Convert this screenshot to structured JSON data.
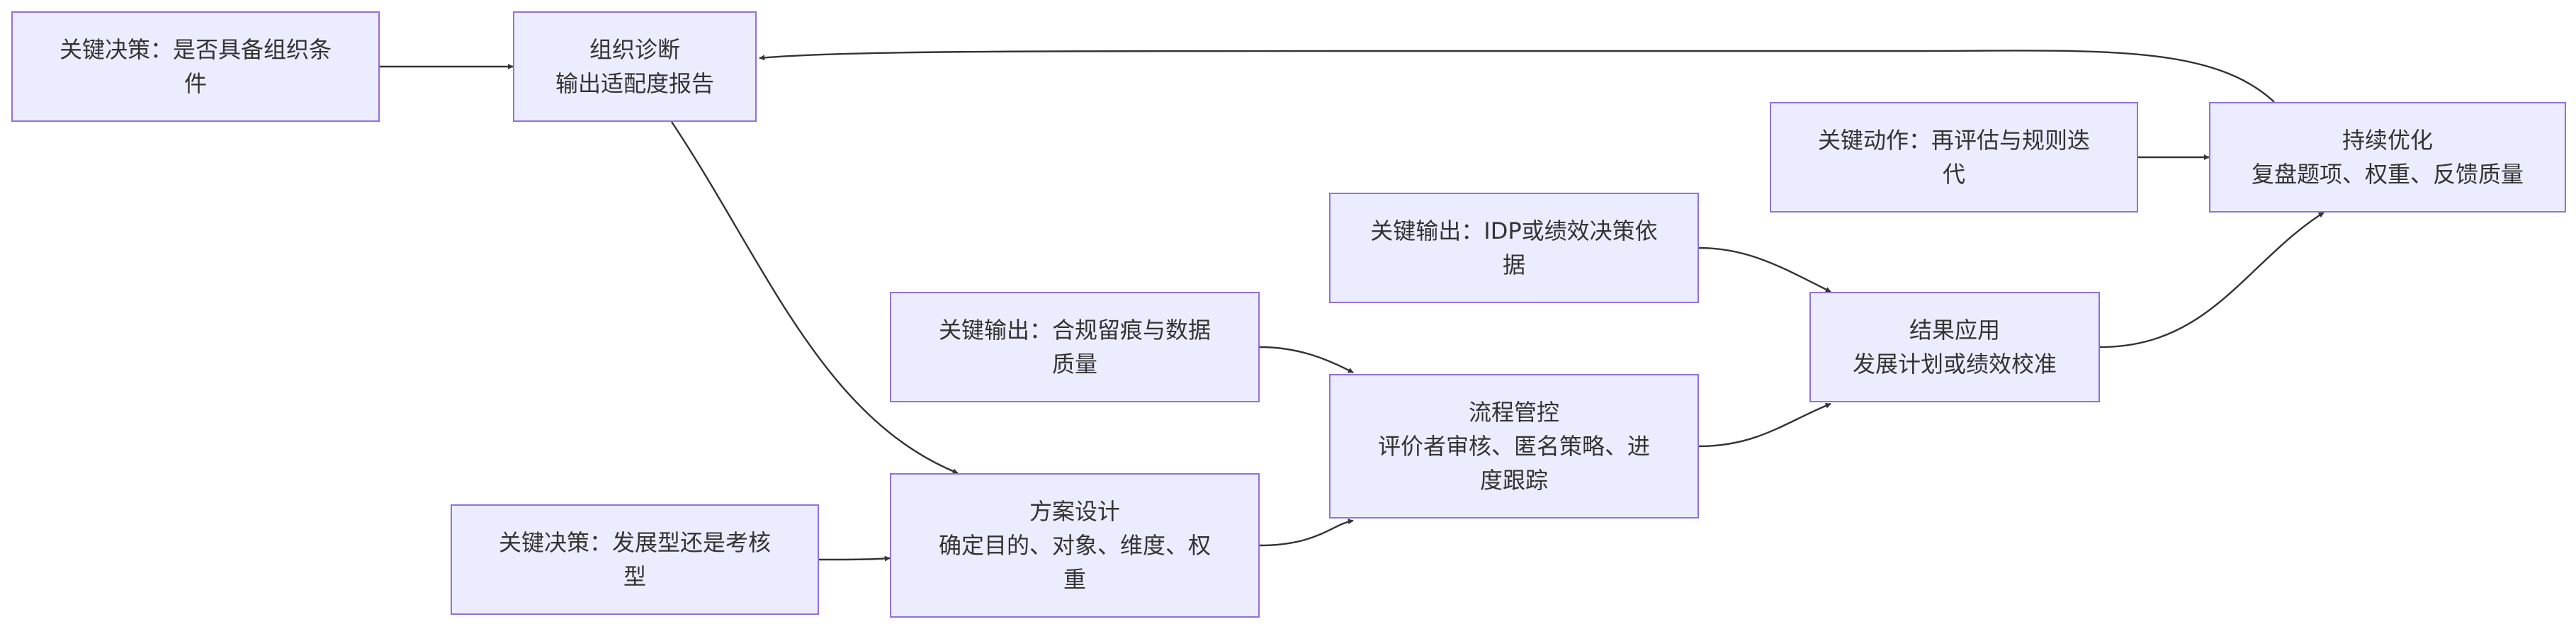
{
  "nodes": {
    "decision_org": {
      "text": "关键决策：是否具备组织条件",
      "lines": [
        "关键决策：是否具备组织条",
        "件"
      ]
    },
    "org_diagnosis": {
      "title": "组织诊断",
      "desc": "输出适配度报告"
    },
    "decision_type": {
      "text": "关键决策：发展型还是考核型",
      "lines": [
        "关键决策：发展型还是考核",
        "型"
      ]
    },
    "plan_design": {
      "title": "方案设计",
      "desc": "确定目的、对象、维度、权重",
      "desc_lines": [
        "确定目的、对象、维度、权",
        "重"
      ]
    },
    "output_compliance": {
      "text": "关键输出：合规留痕与数据质量",
      "lines": [
        "关键输出：合规留痕与数据",
        "质量"
      ]
    },
    "process_control": {
      "title": "流程管控",
      "desc": "评价者审核、匿名策略、进度跟踪",
      "desc_lines": [
        "评价者审核、匿名策略、进",
        "度跟踪"
      ]
    },
    "output_idp": {
      "text": "关键输出：IDP或绩效决策依据",
      "lines": [
        "关键输出：IDP或绩效决策依",
        "据"
      ]
    },
    "result_apply": {
      "title": "结果应用",
      "desc": "发展计划或绩效校准"
    },
    "action_reassess": {
      "text": "关键动作：再评估与规则迭代",
      "lines": [
        "关键动作：再评估与规则迭",
        "代"
      ]
    },
    "continuous_opt": {
      "title": "持续优化",
      "desc": "复盘题项、权重、反馈质量"
    }
  },
  "edges": [
    {
      "from": "decision_org",
      "to": "org_diagnosis"
    },
    {
      "from": "org_diagnosis",
      "to": "plan_design"
    },
    {
      "from": "decision_type",
      "to": "plan_design"
    },
    {
      "from": "plan_design",
      "to": "process_control"
    },
    {
      "from": "output_compliance",
      "to": "process_control"
    },
    {
      "from": "process_control",
      "to": "result_apply"
    },
    {
      "from": "output_idp",
      "to": "result_apply"
    },
    {
      "from": "result_apply",
      "to": "continuous_opt"
    },
    {
      "from": "action_reassess",
      "to": "continuous_opt"
    },
    {
      "from": "continuous_opt",
      "to": "org_diagnosis"
    }
  ],
  "colors": {
    "node_fill": "#ECECFF",
    "node_border": "#9370DB",
    "edge": "#333333",
    "text": "#333333"
  }
}
